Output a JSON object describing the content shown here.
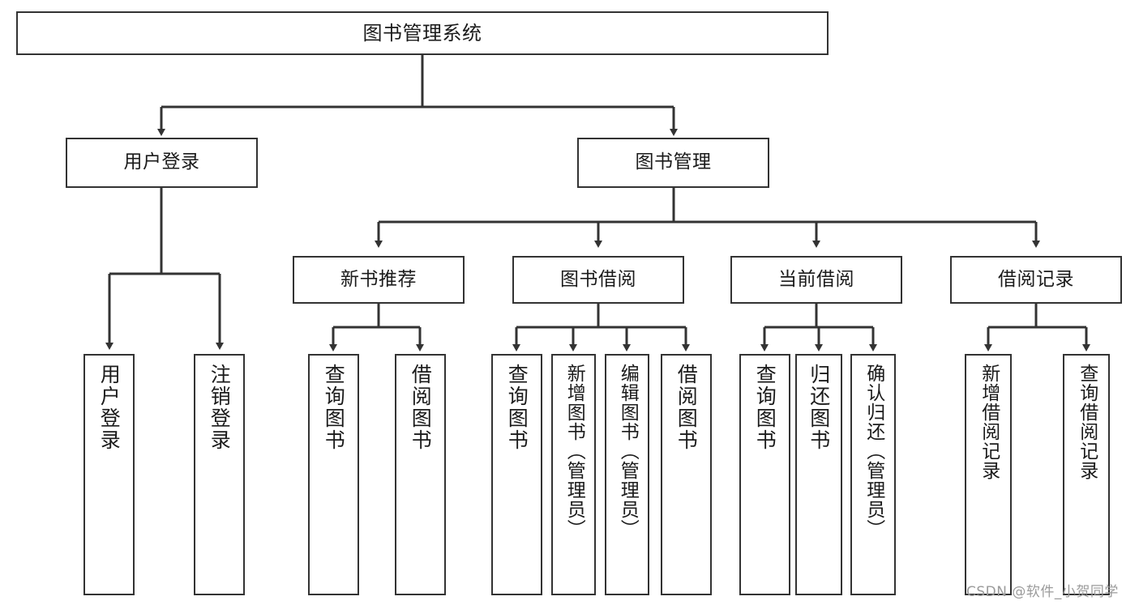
{
  "diagram": {
    "type": "tree",
    "title": "图书管理系统",
    "root": {
      "label": "图书管理系统"
    },
    "level2": [
      {
        "label": "用户登录"
      },
      {
        "label": "图书管理"
      }
    ],
    "level3": [
      {
        "label": "新书推荐"
      },
      {
        "label": "图书借阅"
      },
      {
        "label": "当前借阅"
      },
      {
        "label": "借阅记录"
      }
    ],
    "leaves": {
      "user_login": [
        {
          "label": "用户登录"
        },
        {
          "label": "注销登录"
        }
      ],
      "new_book_recommend": [
        {
          "label": "查询图书"
        },
        {
          "label": "借阅图书"
        }
      ],
      "book_borrow": [
        {
          "label": "查询图书"
        },
        {
          "label": "新增图书（管理员）"
        },
        {
          "label": "编辑图书（管理员）"
        },
        {
          "label": "借阅图书"
        }
      ],
      "current_borrow": [
        {
          "label": "查询图书"
        },
        {
          "label": "归还图书"
        },
        {
          "label": "确认归还（管理员）"
        }
      ],
      "borrow_record": [
        {
          "label": "新增借阅记录"
        },
        {
          "label": "查询借阅记录"
        }
      ]
    }
  },
  "watermark": {
    "text": "CSDN @软件_小贺同学"
  },
  "colors": {
    "stroke": "#333333",
    "background": "#ffffff",
    "text": "#1b1b1b",
    "watermark": "#9b9b9b"
  }
}
